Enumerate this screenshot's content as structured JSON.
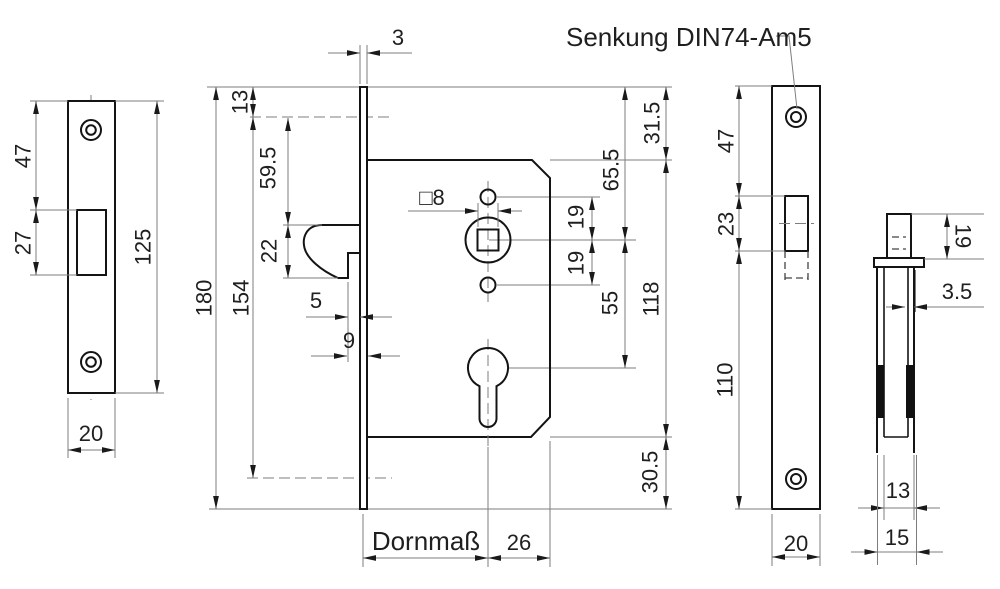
{
  "labels": {
    "strike": {
      "screw_to_cutout": "47",
      "cutout_height": "27",
      "length": "125",
      "width": "20"
    },
    "body": {
      "faceplate_thickness": "3",
      "top_to_screw_axis": "13",
      "screw_axis_to_latch": "59.5",
      "latch_height": "22",
      "latch_step": "5",
      "latch_engagement": "9",
      "spindle_square": "□8",
      "spindle_to_upper_hole": "19",
      "spindle_to_lower_hole": "19",
      "top_to_spindle": "65.5",
      "top_overhang": "31.5",
      "spindle_to_cylinder": "55",
      "case_height": "118",
      "screw_axes_distance": "154",
      "faceplate_length": "180",
      "bottom_overhang": "30.5",
      "backset": "Dornmaß",
      "cylinder_to_back": "26"
    },
    "front": {
      "countersink": "Senkung DIN74-Am5",
      "top_to_cutout": "47",
      "cutout_height": "23",
      "cutout_to_bottom": "110",
      "width": "20"
    },
    "side": {
      "latch_height": "19",
      "wall_gap": "3.5",
      "inner_width": "13",
      "outer_width": "15"
    }
  }
}
